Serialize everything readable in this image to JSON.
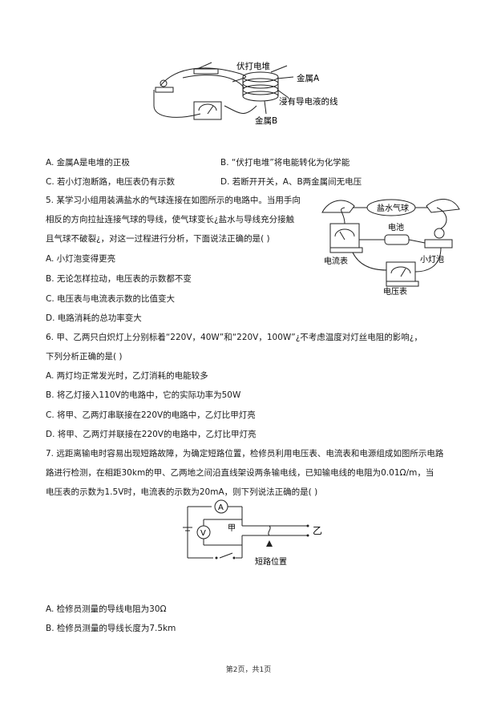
{
  "fig1": {
    "label_pile": "伏打电堆",
    "label_metal_a": "金属A",
    "label_soaked": "浸有导电液的线",
    "label_metal_b": "金属B"
  },
  "q4_options": {
    "a": "A. 金属A是电堆的正极",
    "b": "B. “伏打电堆”将电能转化为化学能",
    "c": "C. 若小灯泡断路，电压表仍有示数",
    "d": "D. 若断开开关，A、B两金属间无电压"
  },
  "q5": {
    "line1": "5. 某学习小组用装满盐水的气球连接在如图所示的电路中。当用手向",
    "line2": "相反的方向拉扯连接气球的导线，使气球变长¿盐水与导线充分接触",
    "line3": "且气球不破裂¿，对这一过程进行分析，下面说法正确的是(    )",
    "opt_a": "A. 小灯泡变得更亮",
    "opt_b": "B. 无论怎样拉动，电压表的示数都不变",
    "opt_c": "C. 电压表与电流表示数的比值变大",
    "opt_d": "D. 电路消耗的总功率变大",
    "fig_balloon": "盐水气球",
    "fig_battery": "电池",
    "fig_ammeter": "电流表",
    "fig_lamp": "小灯泡",
    "fig_voltmeter": "电压表"
  },
  "q6": {
    "line1": "6. 甲、乙两只白炽灯上分别标着“220V，40W”和“220V，100W”¿不考虑温度对灯丝电阻的影响¿，",
    "line2": "下列分析正确的是(    )",
    "opt_a": "A. 两灯均正常发光时，乙灯消耗的电能较多",
    "opt_b": "B. 将乙灯接入110V的电路中，它的实际功率为50W",
    "opt_c": "C. 将甲、乙两灯串联接在220V的电路中，乙灯比甲灯亮",
    "opt_d": "D. 将甲、乙两灯并联接在220V的电路中，乙灯比甲灯亮"
  },
  "q7": {
    "line1": "7. 远距离输电时容易出现短路故障，为确定短路位置，检修员利用电压表、电流表和电源组成如图所示电路",
    "line2": "路进行检测，在相距30km的甲、乙两地之间沿直线架设两条输电线，已知输电线的电阻为0.01Ω/m，当",
    "line3": "电压表的示数为1.5V时，电流表的示数为20mA，则下列说法正确的是(    )",
    "fig_a": "A",
    "fig_v": "V",
    "fig_jia": "甲",
    "fig_yi": "乙",
    "fig_short": "短路位置",
    "opt_a": "A. 检修员测量的导线电阻为30Ω",
    "opt_b": "B. 检修员测量的导线长度为7.5km"
  },
  "footer": "第2页，共1页"
}
